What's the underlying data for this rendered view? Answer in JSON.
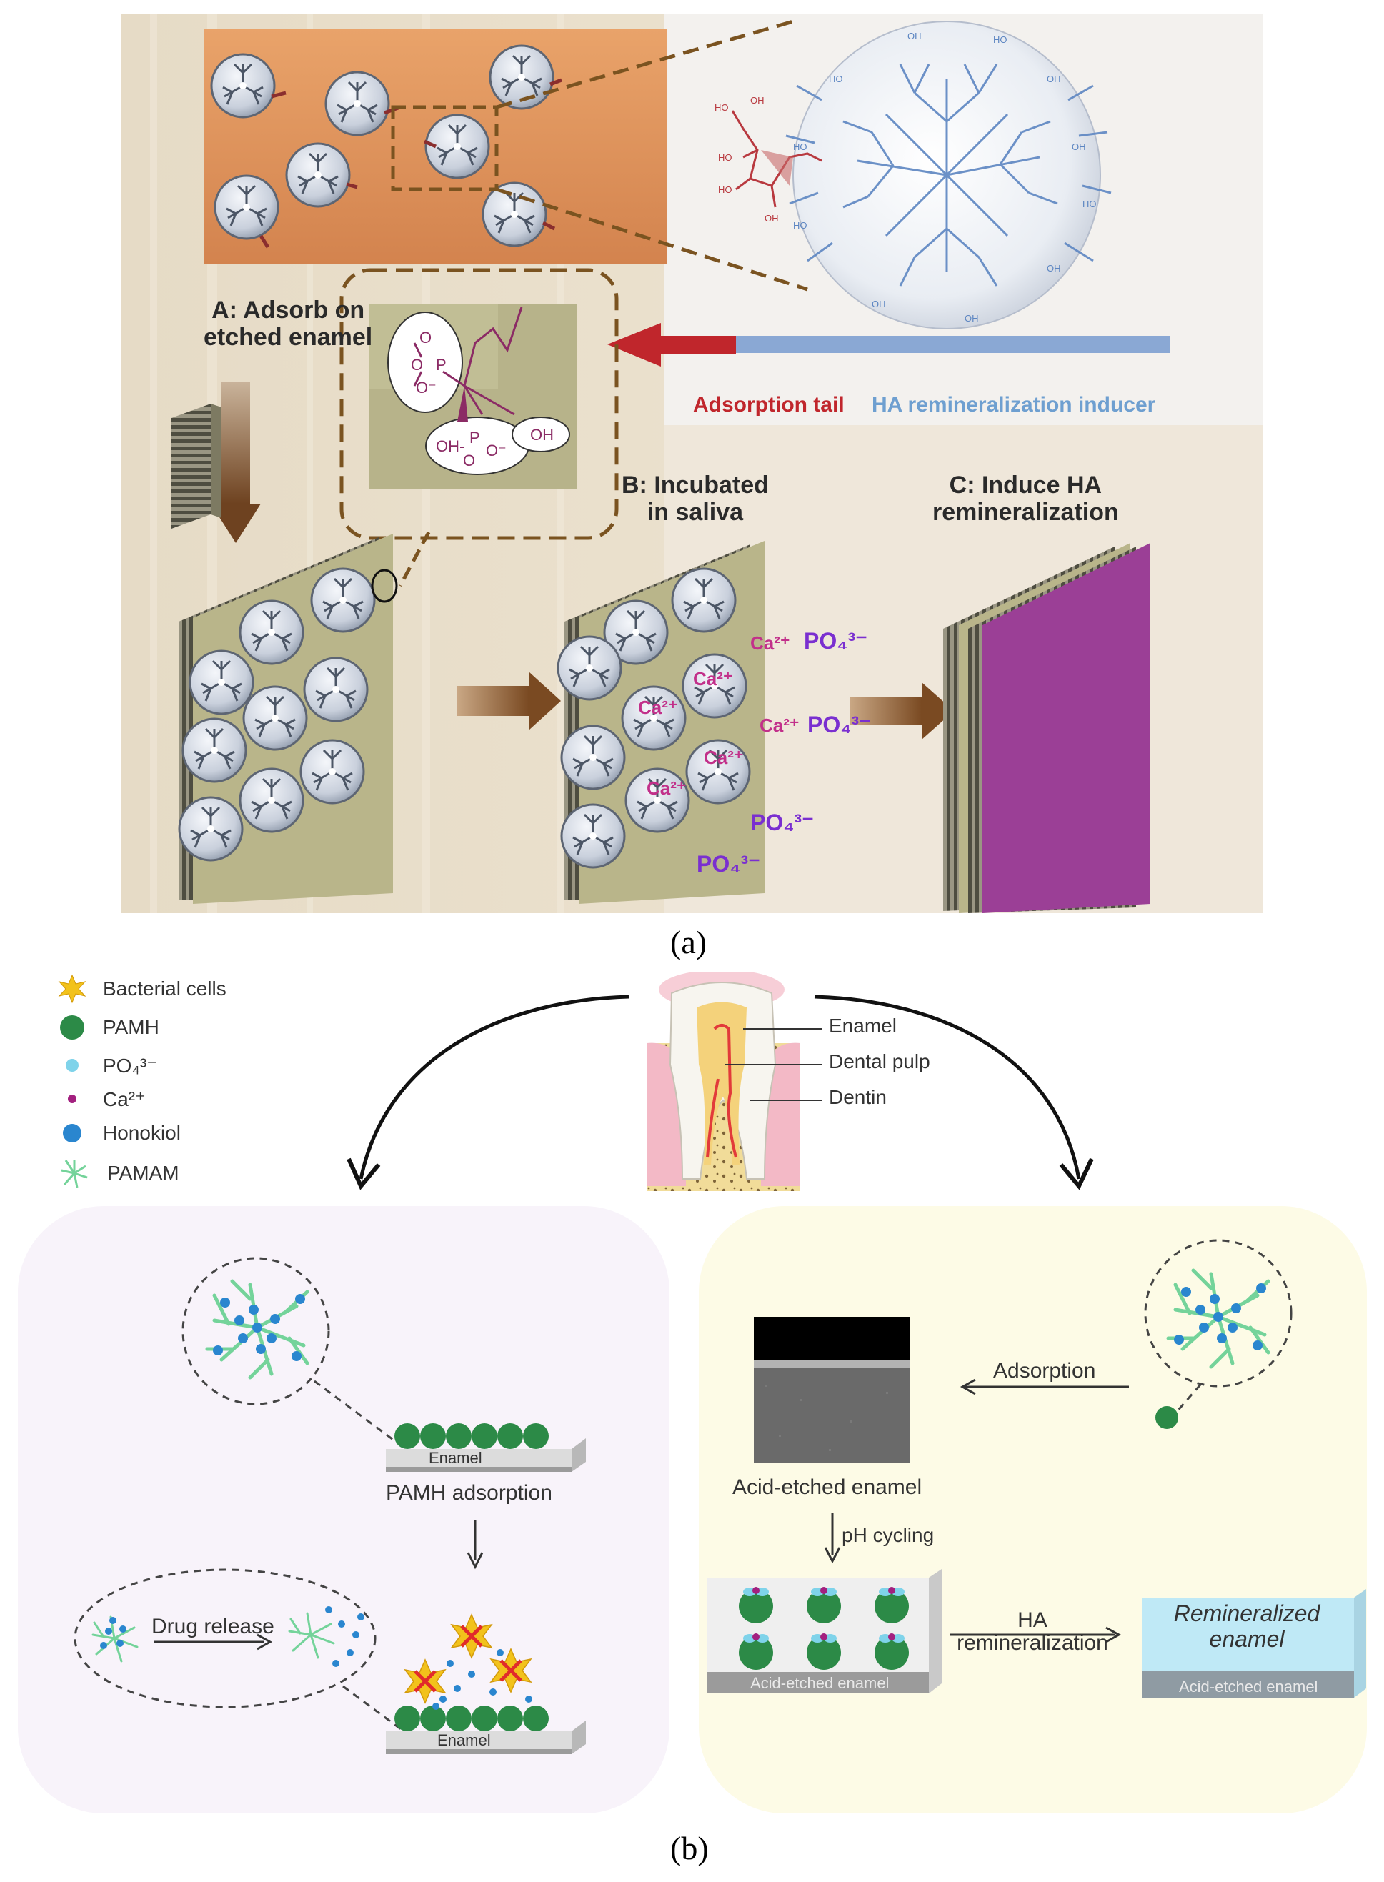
{
  "panel_a": {
    "caption": "(a)",
    "label_adsorb": "A: Adsorb on\netched enamel",
    "label_incubated": "B: Incubated\nin saliva",
    "label_induce": "C: Induce HA\nremineralization",
    "label_tail": "Adsorption tail",
    "label_inducer": "HA remineralization inducer",
    "ions": {
      "ca": "Ca²⁺",
      "po4": "PO₄³⁻"
    },
    "chem": {
      "o1": "O",
      "p1": "P",
      "o2": "O",
      "o3": "O⁻",
      "oh1": "OH-",
      "p2": "P",
      "o4": "O",
      "o5": "O⁻",
      "oh2": "OH"
    },
    "colors": {
      "tail": "#c0262c",
      "inducer": "#8aa8d4",
      "olive": "#b9b58a",
      "purple": "#9b3f96",
      "ion_ca": "#c2308a",
      "ion_po4": "#7a2fd0",
      "arrow_brown": "#8a5a2c"
    }
  },
  "panel_b": {
    "caption": "(b)",
    "legend": [
      {
        "icon": "star-icon",
        "label": "Bacterial cells"
      },
      {
        "icon": "green-dot-icon",
        "label": "PAMH"
      },
      {
        "icon": "cyan-dot-icon",
        "label": "PO₄³⁻"
      },
      {
        "icon": "magenta-dot-icon",
        "label": "Ca²⁺"
      },
      {
        "icon": "blue-dot-icon",
        "label": "Honokiol"
      },
      {
        "icon": "pamam-icon",
        "label": "PAMAM"
      }
    ],
    "tooth_labels": {
      "enamel": "Enamel",
      "pulp": "Dental pulp",
      "dentin": "Dentin"
    },
    "left": {
      "enamel_top": "Enamel",
      "pamh_adsorption": "PAMH adsorption",
      "drug_release": "Drug release",
      "enamel_bottom": "Enamel"
    },
    "right": {
      "adsorption": "Adsorption",
      "acid_etched": "Acid-etched enamel",
      "ph_cycling": "pH cycling",
      "ha_remin": "HA\nremineralization",
      "slab_label": "Acid-etched enamel",
      "remin_title": "Remineralized\nenamel",
      "remin_slab": "Acid-etched enamel"
    },
    "colors": {
      "left_bg": "#f8f3fa",
      "right_bg": "#fdfbe6",
      "green": "#2c8a47",
      "cyan": "#7fd3ea",
      "magenta": "#a3207f",
      "blue": "#2a86cf",
      "pamam": "#74d39a",
      "star": "#f2c21b"
    }
  }
}
